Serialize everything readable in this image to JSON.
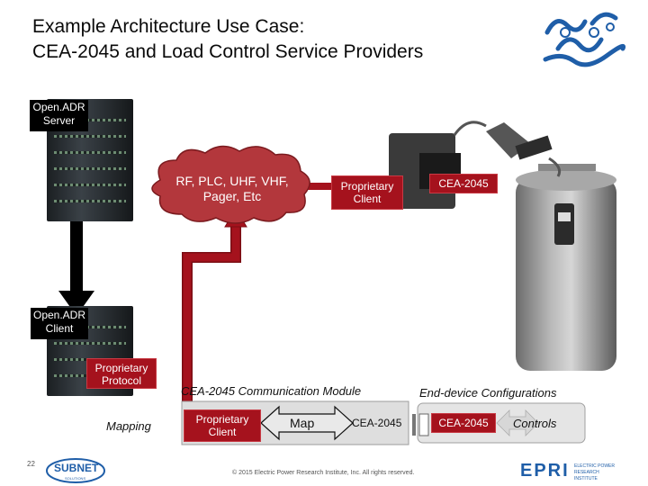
{
  "slide": {
    "title_line1": "Example Architecture Use Case:",
    "title_line2": "CEA-2045 and Load Control Service Providers",
    "page_number": "22",
    "copyright": "© 2015 Electric Power Research Institute, Inc. All rights reserved."
  },
  "nodes": {
    "openadr_server": "Open.ADR\nServer",
    "comm_cloud": "RF, PLC, UHF, VHF,\nPager, Etc",
    "proprietary_client_top": "Proprietary\nClient",
    "cea_top": "CEA-2045",
    "openadr_client": "Open.ADR\nClient",
    "proprietary_protocol": "Proprietary\nProtocol",
    "mapping": "Mapping"
  },
  "module": {
    "heading": "CEA-2045 Communication Module",
    "proprietary_client": "Proprietary\nClient",
    "map": "Map",
    "cea": "CEA-2045"
  },
  "end_device": {
    "heading": "End-device Configurations",
    "cea": "CEA-2045",
    "controls": "Controls"
  },
  "logos": {
    "subnet": "SUBNET",
    "subnet_tagline": "SOLUTIONS",
    "epri": "EPRI",
    "epri_tagline": "ELECTRIC POWER RESEARCH INSTITUTE"
  },
  "colors": {
    "accent_red": "#a5121d",
    "cloud_fill": "#b3373c",
    "arrow_fill": "#000000",
    "title_color": "#0a0a0a"
  },
  "icons": [
    "server-rack-icon",
    "water-heater-icon",
    "module-device-icon",
    "connector-icon",
    "logo-stamp-icon"
  ]
}
